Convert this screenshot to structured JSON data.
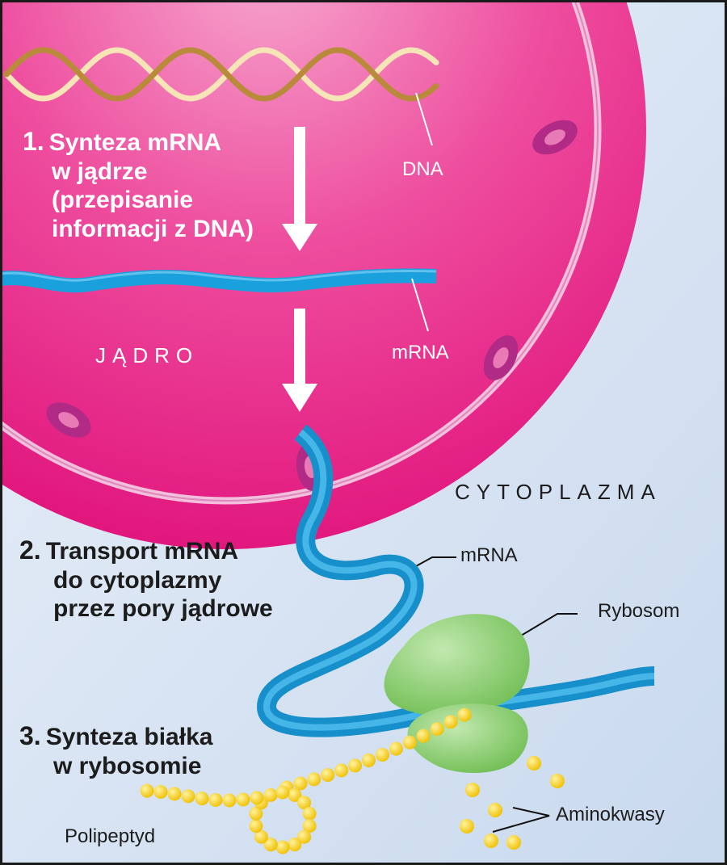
{
  "labels": {
    "step1_num": "1.",
    "step1_lines": [
      "Synteza mRNA",
      "w jądrze",
      "(przepisanie",
      "informacji z DNA)"
    ],
    "step2_num": "2.",
    "step2_lines": [
      "Transport mRNA",
      "do cytoplazmy",
      "przez pory jądrowe"
    ],
    "step3_num": "3.",
    "step3_lines": [
      "Synteza białka",
      "w rybosomie"
    ],
    "dna": "DNA",
    "mrna_nucleus": "mRNA",
    "nucleus": "JĄDRO",
    "cytoplasm": "CYTOPLAZMA",
    "mrna_cytoplasm": "mRNA",
    "ribosome": "Rybosom",
    "amino_acids": "Aminokwasy",
    "polypeptide": "Polipeptyd"
  },
  "colors": {
    "nucleus": "#e8197f",
    "nucleus_highlight": "#f49ac4",
    "envelope": "#f0b6d6",
    "nuclear_pore": "#b02a86",
    "cytoplasm": "#d5e2f1",
    "dna_strand": "#c49a4a",
    "mrna": "#1aa0dc",
    "ribosome": "#88cf6c",
    "amino_acid": "#f7d21e",
    "arrow": "#ffffff"
  }
}
